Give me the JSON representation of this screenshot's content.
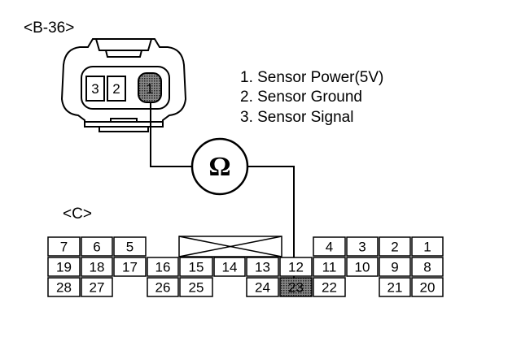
{
  "diagram": {
    "connector_b": {
      "label": "<B-36>",
      "pins": [
        "3",
        "2",
        "1"
      ],
      "highlighted_pin": "1"
    },
    "legend": [
      "1. Sensor Power(5V)",
      "2. Sensor Ground",
      "3. Sensor Signal"
    ],
    "meter": {
      "symbol": "Ω"
    },
    "connector_c": {
      "label": "<C>",
      "rows": [
        [
          "7",
          "6",
          "5",
          "",
          "",
          "",
          "",
          "",
          "4",
          "3",
          "2",
          "1"
        ],
        [
          "19",
          "18",
          "17",
          "16",
          "15",
          "14",
          "13",
          "12",
          "11",
          "10",
          "9",
          "8"
        ],
        [
          "28",
          "27",
          "",
          "26",
          "25",
          "",
          "24",
          "23",
          "22",
          "",
          "21",
          "20"
        ]
      ],
      "highlighted_pin": "23"
    },
    "colors": {
      "line": "#000000",
      "highlight": "#555555",
      "background": "#ffffff"
    }
  }
}
